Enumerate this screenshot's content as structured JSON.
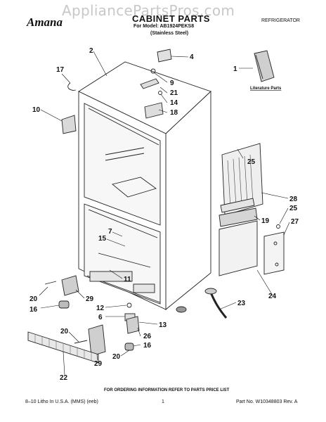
{
  "header": {
    "watermark": "AppliancePartsPros.com",
    "brand": "Amana",
    "title": "CABINET PARTS",
    "model": "For Model: AB1924PEKS8",
    "finish": "(Stainless Steel)",
    "category": "REFRIGERATOR"
  },
  "literature_label": "Literature Parts",
  "callouts": [
    "1",
    "2",
    "4",
    "9",
    "21",
    "14",
    "18",
    "17",
    "10",
    "25",
    "28",
    "25",
    "19",
    "27",
    "7",
    "15",
    "11",
    "20",
    "29",
    "16",
    "12",
    "6",
    "13",
    "26",
    "16",
    "20",
    "20",
    "29",
    "22",
    "24",
    "23"
  ],
  "footer": {
    "ordering": "FOR ORDERING INFORMATION REFER TO PARTS PRICE LIST",
    "litho": "8–10 Litho In U.S.A. (MMS) (eeb)",
    "page": "1",
    "part_no": "Part No. W10348803 Rev. A"
  }
}
